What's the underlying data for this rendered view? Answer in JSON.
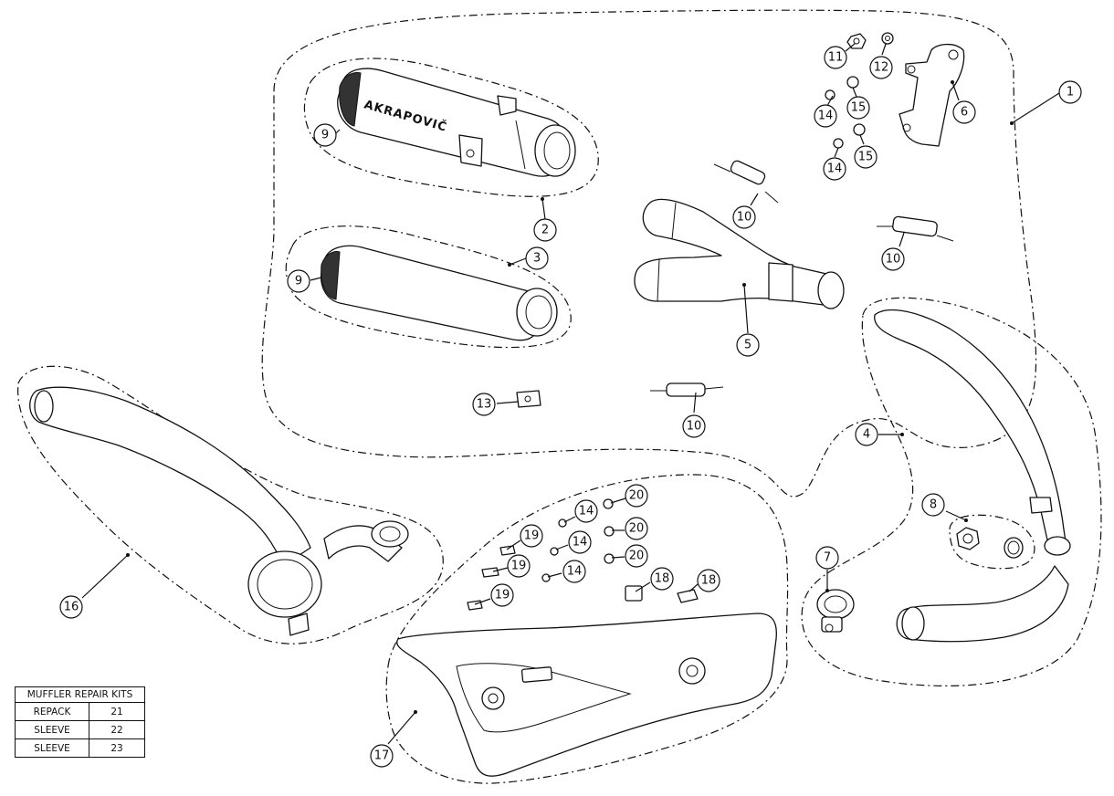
{
  "callouts": {
    "c1": "1",
    "c2": "2",
    "c3": "3",
    "c4": "4",
    "c5": "5",
    "c6": "6",
    "c7": "7",
    "c8": "8",
    "c9a": "9",
    "c9b": "9",
    "c10a": "10",
    "c10b": "10",
    "c10c": "10",
    "c11": "11",
    "c12": "12",
    "c13": "13",
    "c14a": "14",
    "c14b": "14",
    "c14c": "14",
    "c14d": "14",
    "c14e": "14",
    "c15a": "15",
    "c15b": "15",
    "c16": "16",
    "c17": "17",
    "c18a": "18",
    "c18b": "18",
    "c19a": "19",
    "c19b": "19",
    "c19c": "19",
    "c20a": "20",
    "c20b": "20",
    "c20c": "20"
  },
  "brand_mark": "AKRAPOVIČ",
  "repair_kits": {
    "title": "MUFFLER REPAIR KITS",
    "rows": [
      {
        "label": "REPACK",
        "value": "21"
      },
      {
        "label": "SLEEVE",
        "value": "22"
      },
      {
        "label": "SLEEVE",
        "value": "23"
      }
    ]
  }
}
